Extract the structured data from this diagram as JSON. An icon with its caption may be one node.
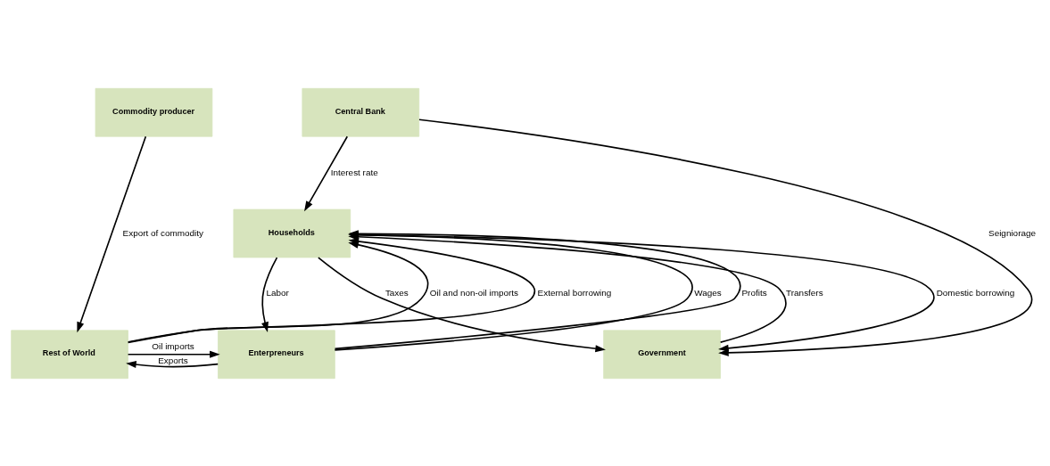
{
  "diagram": {
    "nodes": [
      {
        "text": [
          "Commodity producer"
        ]
      },
      {
        "text": [
          "Central Bank"
        ]
      },
      {
        "text": [
          "Households"
        ]
      },
      {
        "text": [
          "Rest of World"
        ]
      },
      {
        "text": [
          "Enterpreneurs"
        ]
      },
      {
        "text": [
          "Government"
        ]
      }
    ],
    "edges": [
      {
        "from": 0,
        "to": 3,
        "arrow": "to",
        "label": "Export of commodity"
      },
      {
        "from": 1,
        "to": 2,
        "arrow": "to",
        "label": "Interest rate"
      },
      {
        "from": 1,
        "to": 5,
        "arrow": "to",
        "label": "Seigniorage"
      },
      {
        "from": 3,
        "to": 2,
        "arrow": "to",
        "label": "Oil and non-oil imports"
      },
      {
        "from": 3,
        "to": 2,
        "arrow": "to",
        "label": "External borrowing"
      },
      {
        "from": 2,
        "to": 5,
        "arrow": "to",
        "label": "Taxes"
      },
      {
        "from": 2,
        "to": 5,
        "arrow": "to",
        "label": "Domestic borrowing"
      },
      {
        "from": 5,
        "to": 2,
        "arrow": "to",
        "label": "Transfers"
      },
      {
        "from": 2,
        "to": 4,
        "arrow": "to",
        "label": "Labor"
      },
      {
        "from": 4,
        "to": 2,
        "arrow": "to",
        "label": "Wages"
      },
      {
        "from": 4,
        "to": 2,
        "arrow": "to",
        "label": "Profits"
      },
      {
        "from": 3,
        "to": 4,
        "arrow": "to",
        "label": "Oil imports"
      },
      {
        "from": 4,
        "to": 3,
        "arrow": "to",
        "label": "Exports"
      }
    ]
  }
}
